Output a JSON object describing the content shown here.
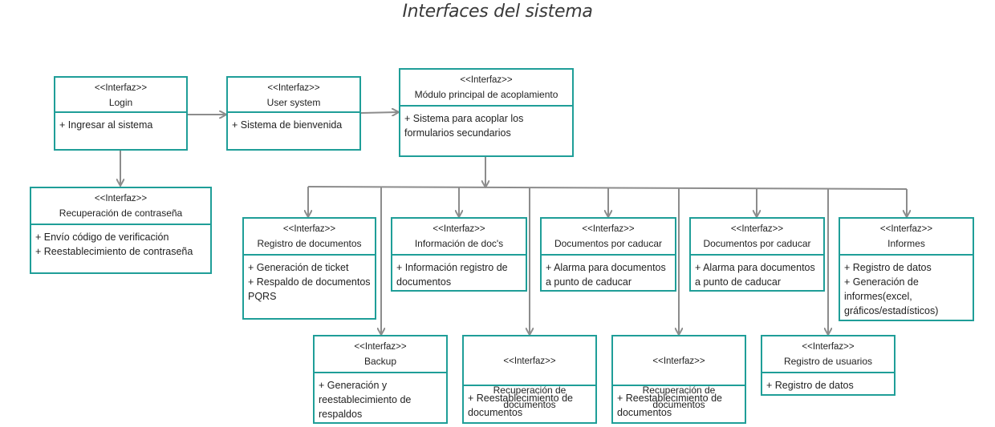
{
  "title": "Interfaces del sistema",
  "colors": {
    "border": "#1f9e98",
    "connector": "#8c8c8c"
  },
  "boxes": {
    "login": {
      "stereotype": "<<Interfaz>>",
      "name": "Login",
      "items": [
        "+ Ingresar al sistema"
      ]
    },
    "recuperacion_contrasena": {
      "stereotype": "<<Interfaz>>",
      "name": "Recuperación de contraseña",
      "items": [
        "+ Envío código de verificación",
        "+ Reestablecimiento de contraseña"
      ]
    },
    "user_system": {
      "stereotype": "<<Interfaz>>",
      "name": "User system",
      "items": [
        "+ Sistema de bienvenida"
      ]
    },
    "modulo_principal": {
      "stereotype": "<<Interfaz>>",
      "name": "Módulo principal de acoplamiento",
      "items": [
        "+ Sistema para acoplar los\nformularios secundarios"
      ]
    },
    "registro_documentos": {
      "stereotype": "<<Interfaz>>",
      "name": "Registro de documentos",
      "items": [
        "+ Generación de ticket",
        "+ Respaldo de documentos\nPQRS"
      ]
    },
    "informacion_docs": {
      "stereotype": "<<Interfaz>>",
      "name": "Información de doc's",
      "items": [
        "+ Información registro de\ndocumentos"
      ]
    },
    "docs_por_caducar_1": {
      "stereotype": "<<Interfaz>>",
      "name": "Documentos por caducar",
      "items": [
        "+ Alarma para documentos\na punto de caducar"
      ]
    },
    "docs_por_caducar_2": {
      "stereotype": "<<Interfaz>>",
      "name": "Documentos por caducar",
      "items": [
        "+ Alarma para documentos\na punto de caducar"
      ]
    },
    "informes": {
      "stereotype": "<<Interfaz>>",
      "name": "Informes",
      "items": [
        "+ Registro de datos",
        "+ Generación de\ninformes(excel,\ngráficos/estadísticos)"
      ]
    },
    "backup": {
      "stereotype": "<<Interfaz>>",
      "name": "Backup",
      "items": [
        "+ Generación y\nreestablecimiento de\nrespaldos"
      ]
    },
    "recuperacion_documentos_1": {
      "stereotype": "<<Interfaz>>",
      "name": "Recuperación de\ndocumentos",
      "items": [
        "+ Reestablecimiento de\ndocumentos"
      ]
    },
    "recuperacion_documentos_2": {
      "stereotype": "<<Interfaz>>",
      "name": "Recuperación de\ndocumentos",
      "items": [
        "+ Reestablecimiento de\ndocumentos"
      ]
    },
    "registro_usuarios": {
      "stereotype": "<<Interfaz>>",
      "name": "Registro de usuarios",
      "items": [
        "+ Registro de datos"
      ]
    }
  }
}
